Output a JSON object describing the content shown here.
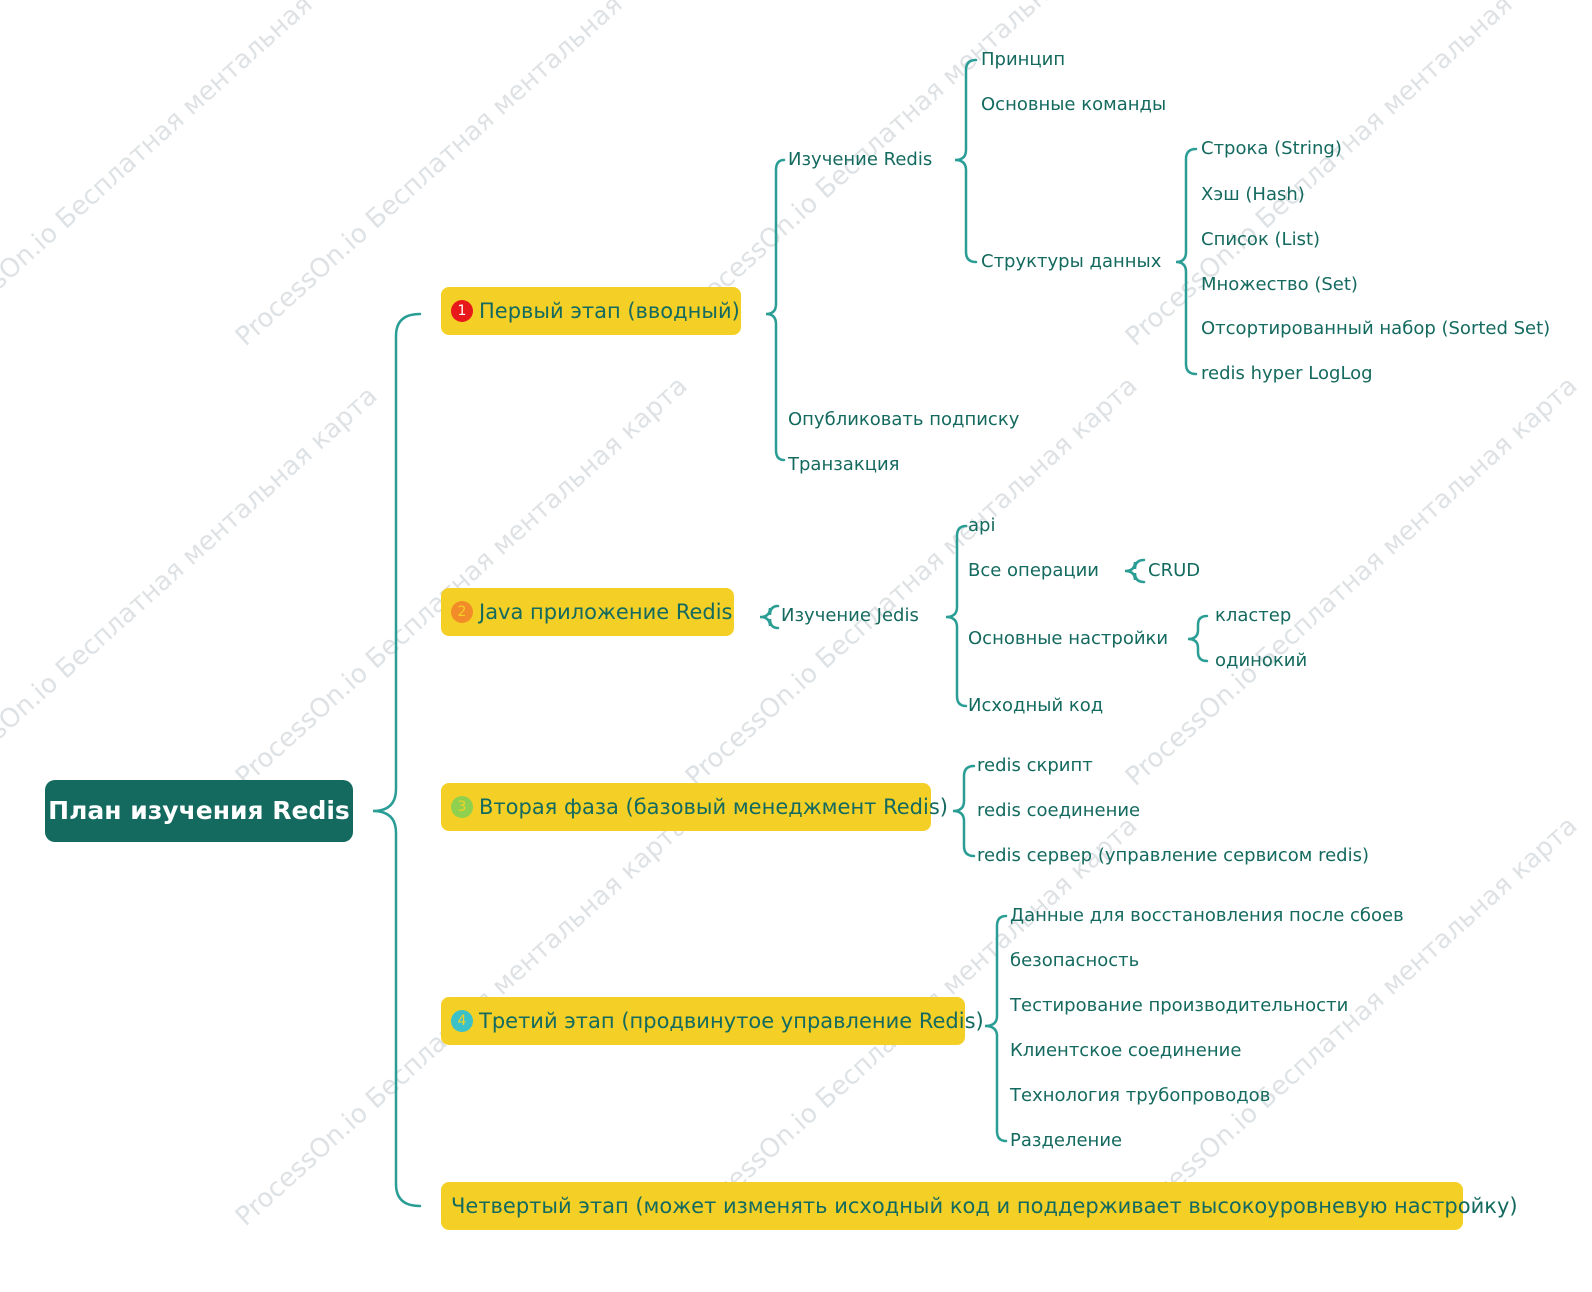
{
  "watermark": "ProcessOn.io Бесплатная ментальная карта",
  "root": "План изучения Redis",
  "stages": [
    {
      "num": "1",
      "color": "#e8191b",
      "text": "Первый этап (вводный)"
    },
    {
      "num": "2",
      "color": "#f28c28",
      "text": "Java приложение Redis"
    },
    {
      "num": "3",
      "color": "#8fd14f",
      "text": "Вторая фаза (базовый менеджмент Redis)"
    },
    {
      "num": "4",
      "color": "#3bc1c8",
      "text": "Третий этап (продвинутое управление Redis)"
    },
    {
      "text": "Четвертый этап (может изменять исходный код и поддерживает высокоуровневую настройку)"
    }
  ],
  "stage1": {
    "learn": "Изучение Redis",
    "principle": "Принцип",
    "commands": "Основные команды",
    "structures": "Структуры данных",
    "types": [
      "Строка (String)",
      "Хэш (Hash)",
      "Список (List)",
      "Множество (Set)",
      "Отсортированный набор (Sorted Set)",
      "redis hyper LogLog"
    ],
    "pubsub": "Опубликовать подписку",
    "transaction": "Транзакция"
  },
  "stage2": {
    "jedis": "Изучение Jedis",
    "api": "api",
    "ops": "Все операции",
    "crud": "CRUD",
    "config": "Основные настройки",
    "cluster": "кластер",
    "single": "одинокий",
    "source": "Исходный код"
  },
  "stage3": [
    "redis скрипт",
    "redis соединение",
    "redis сервер (управление сервисом redis)"
  ],
  "stage4": [
    "Данные для восстановления после сбоев",
    "безопасность",
    "Тестирование производительности",
    "Клиентское соединение",
    "Технология трубопроводов",
    "Разделение"
  ],
  "colors": {
    "line": "#2a9d95",
    "text": "#146a5f",
    "stage_bg": "#f4d026",
    "root_bg": "#146a5f"
  }
}
